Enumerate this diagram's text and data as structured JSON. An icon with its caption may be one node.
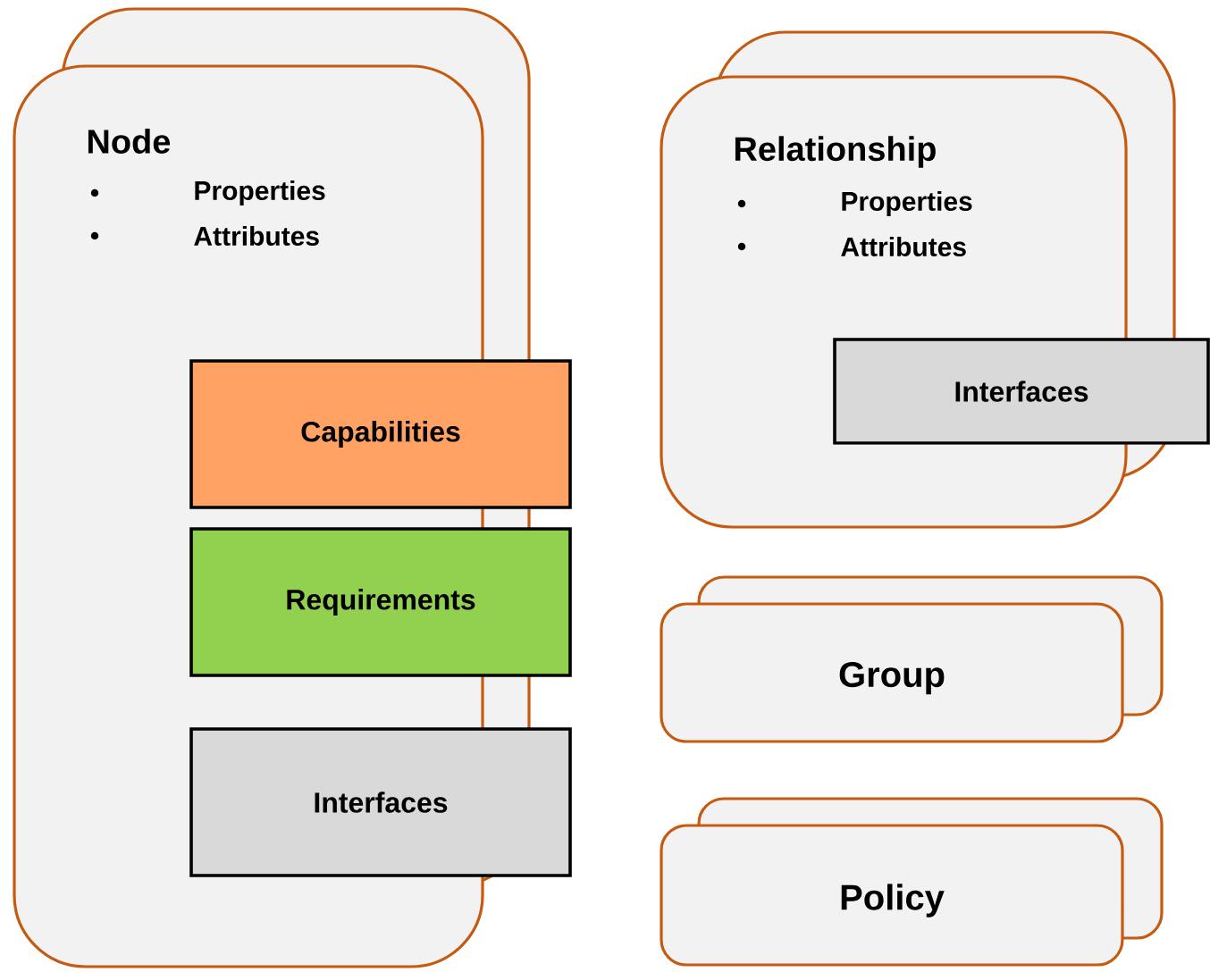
{
  "diagram": {
    "nodes": [
      {
        "text": [
          "Node",
          "Properties",
          "Attributes"
        ]
      },
      {
        "text": [
          "Capabilities"
        ]
      },
      {
        "text": [
          "Requirements"
        ]
      },
      {
        "text": [
          "Interfaces"
        ]
      },
      {
        "text": [
          "Relationship",
          "Properties",
          "Attributes"
        ]
      },
      {
        "text": [
          "Interfaces"
        ]
      },
      {
        "text": [
          "Group"
        ]
      },
      {
        "text": [
          "Policy"
        ]
      }
    ]
  }
}
